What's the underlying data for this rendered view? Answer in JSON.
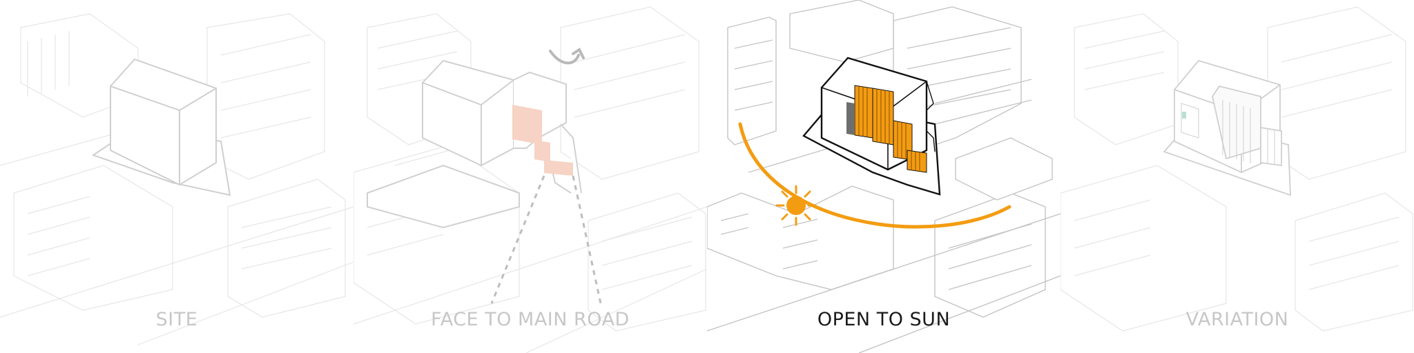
{
  "panels": [
    {
      "label": "SITE"
    },
    {
      "label": "FACE TO MAIN ROAD"
    },
    {
      "label": "OPEN TO SUN"
    },
    {
      "label": "VARIATION"
    }
  ],
  "colors": {
    "faded_line": "#d8d8d8",
    "faded_text": "#c7c7c7",
    "active_text": "#1a1a1a",
    "sun_orange": "#f39c12",
    "peach": "#f6d3c4",
    "dashed": "#b9b9b9"
  }
}
